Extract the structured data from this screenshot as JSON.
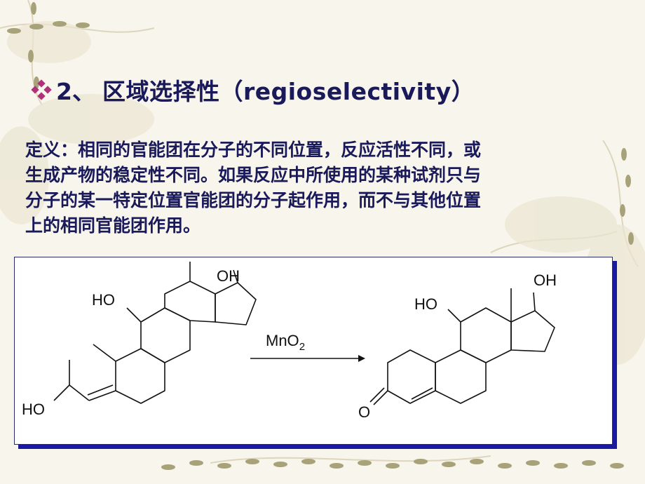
{
  "title": {
    "number": "2、",
    "text": "区域选择性（regioselectivity）"
  },
  "definition": {
    "lines": [
      "定义：相同的官能团在分子的不同位置，反应活性不同，或",
      "生成产物的稳定性不同。如果反应中所使用的某种试剂只与",
      "分子的某一特定位置官能团的分子起作用，而不与其他位置",
      "上的相同官能团作用。"
    ]
  },
  "reaction": {
    "reagent": "MnO",
    "reagent_subscript": "2",
    "reactant_labels": {
      "oh_top": "OH",
      "ho_ring": "HO",
      "ho_side": "HO"
    },
    "product_labels": {
      "oh_top": "OH",
      "ho_ring": "HO",
      "ketone_o": "O"
    }
  },
  "colors": {
    "text": "#1a1a5a",
    "bullet": "#b0307a",
    "panel_shadow": "#1a1aa0"
  }
}
